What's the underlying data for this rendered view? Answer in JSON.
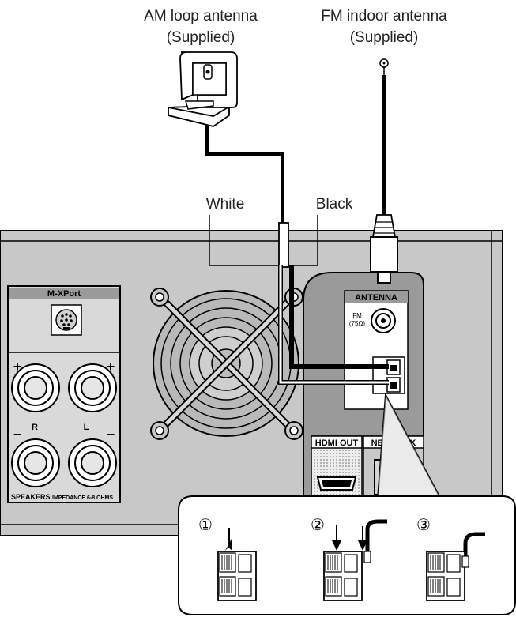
{
  "labels": {
    "am_antenna_line1": "AM loop antenna",
    "am_antenna_line2": "(Supplied)",
    "fm_antenna_line1": "FM indoor antenna",
    "fm_antenna_line2": "(Supplied)",
    "white_wire": "White",
    "black_wire": "Black"
  },
  "panel": {
    "mxport": "M-XPort",
    "plus_left": "+",
    "plus_right": "+",
    "minus_left": "−",
    "minus_right": "−",
    "channel_r": "R",
    "channel_l": "L",
    "speakers_prefix": "SPEAKERS",
    "speakers_impedance": "IMPEDANCE 6-8 OHMS",
    "antenna": "ANTENNA",
    "fm": "FM",
    "fm_ohm": "(75Ω)",
    "hdmi_out": "HDMI OUT",
    "network": "NETWORK"
  },
  "steps": [
    {
      "number": "①"
    },
    {
      "number": "②"
    },
    {
      "number": "③"
    }
  ],
  "colors": {
    "panel": "#c8c8c8",
    "panel_dark": "#9a9a9a",
    "wire_black": "#111111",
    "wire_white": "#ffffff",
    "line": "#000000"
  }
}
